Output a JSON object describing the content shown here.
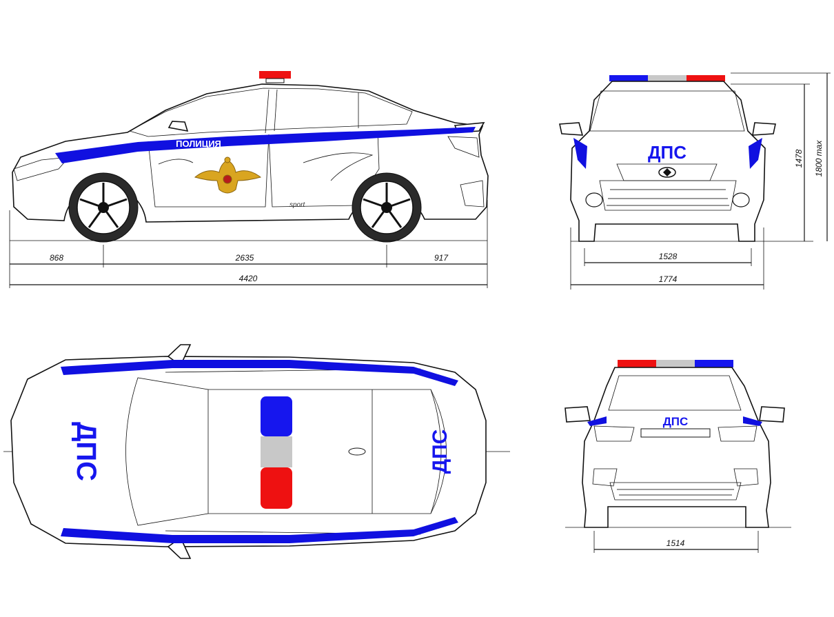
{
  "side_view": {
    "door_label": "ПОЛИЦИЯ",
    "badge": "sport",
    "dimensions": {
      "front_overhang": "868",
      "wheelbase": "2635",
      "rear_overhang": "917",
      "length": "4420"
    }
  },
  "front_view": {
    "hood_label": "ДПС",
    "dimensions": {
      "front_track": "1528",
      "width": "1774",
      "height": "1478",
      "max_height": "1800 max"
    }
  },
  "top_view": {
    "hood_label": "ДПС",
    "trunk_label": "ДПС"
  },
  "rear_view": {
    "trunk_label": "ДПС",
    "dimensions": {
      "rear_track": "1514"
    }
  },
  "colors": {
    "stripe": "#1616ee",
    "lightbar_red": "#ee1111",
    "lightbar_blue": "#1616ee",
    "lightbar_middle": "#c8c8c8",
    "emblem": "#d9a520"
  },
  "icons": [
    "police-emblem-icon",
    "lada-logo-icon"
  ]
}
